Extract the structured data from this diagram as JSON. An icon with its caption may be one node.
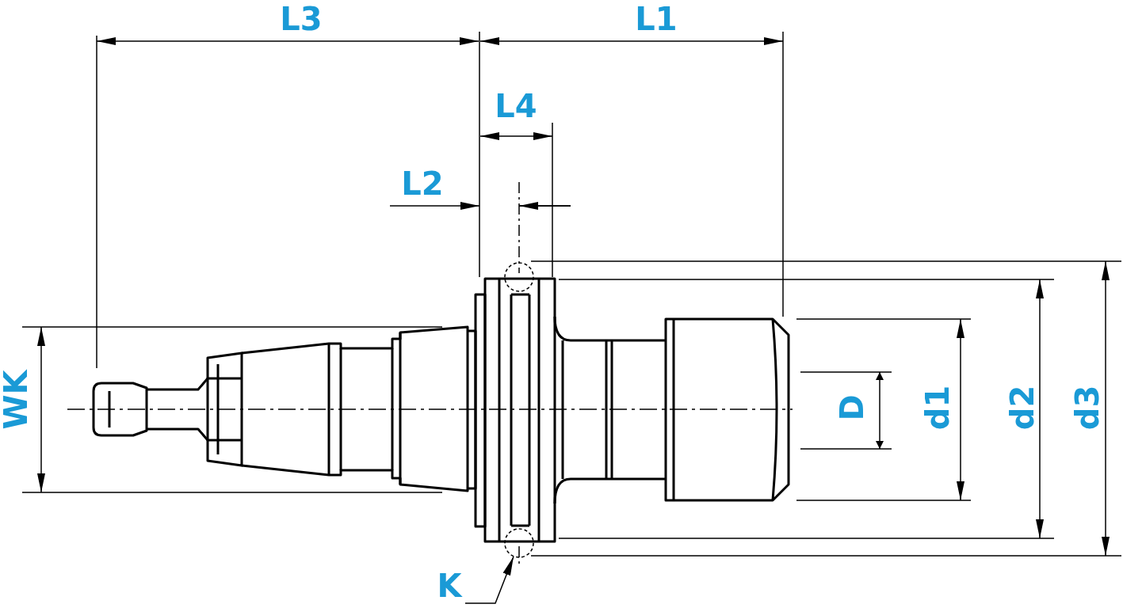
{
  "diagram": {
    "nodes": [
      {
        "text": [
          "K"
        ]
      },
      {
        "text": [],
        "shape": "circle"
      }
    ],
    "edges": [
      {
        "from": 0,
        "to": 1,
        "arrow": "to"
      }
    ],
    "labels": [
      "L3",
      "L1",
      "L4",
      "L2",
      "WK",
      "D",
      "d1",
      "d2",
      "d3"
    ]
  }
}
